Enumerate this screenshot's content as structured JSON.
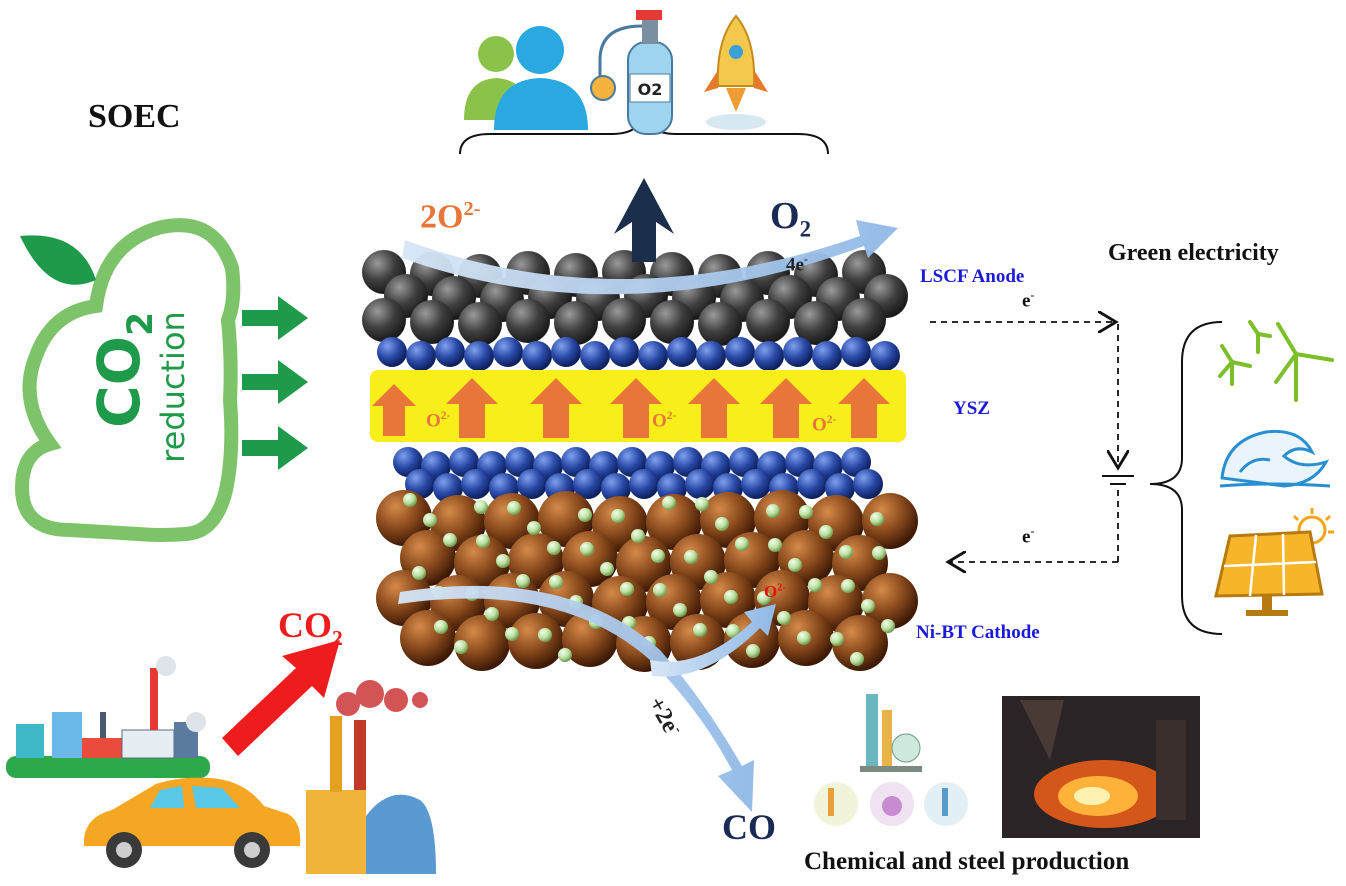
{
  "title": "SOEC",
  "anode_label": "LSCF Anode",
  "electrolyte_label": "YSZ",
  "cathode_label": "Ni-BT Cathode",
  "green_electricity_label": "Green electricity",
  "chem_label": "Chemical and steel production",
  "oxide_ions": {
    "main": "2O",
    "main_sup": "2-",
    "small": "O",
    "small_sup": "2-"
  },
  "o2_gas": {
    "base": "O",
    "sub": "2"
  },
  "co2": {
    "base": "CO",
    "sub": "2"
  },
  "co": "CO",
  "electrons": {
    "anode": "4e",
    "anode_sup": "-",
    "circuit": "e",
    "circuit_sup": "-",
    "cathode": "+2e",
    "cathode_sup": "-"
  },
  "cloud": {
    "formula_base": "CO",
    "formula_sub": "2",
    "word": "reduction"
  },
  "o2_tank_text": "O2",
  "icons": [
    "people-icon",
    "oxygen-tank-icon",
    "rocket-icon",
    "wind-turbine-icon",
    "wave-icon",
    "solar-panel-icon",
    "factory-icon",
    "car-icon",
    "power-plant-icon",
    "chemical-plant-icon",
    "steel-furnace-icon",
    "leaf-icon"
  ],
  "colors": {
    "anode_particle": "#4a4a4a",
    "ysz_particle": "#2a4aa8",
    "cathode_particle": "#8a4a1c",
    "ni_particle": "#cfe8b8",
    "electrolyte": "#f7ee1a",
    "flow_arrow": "#a8c8ec",
    "cloud": "#7cc36a"
  }
}
